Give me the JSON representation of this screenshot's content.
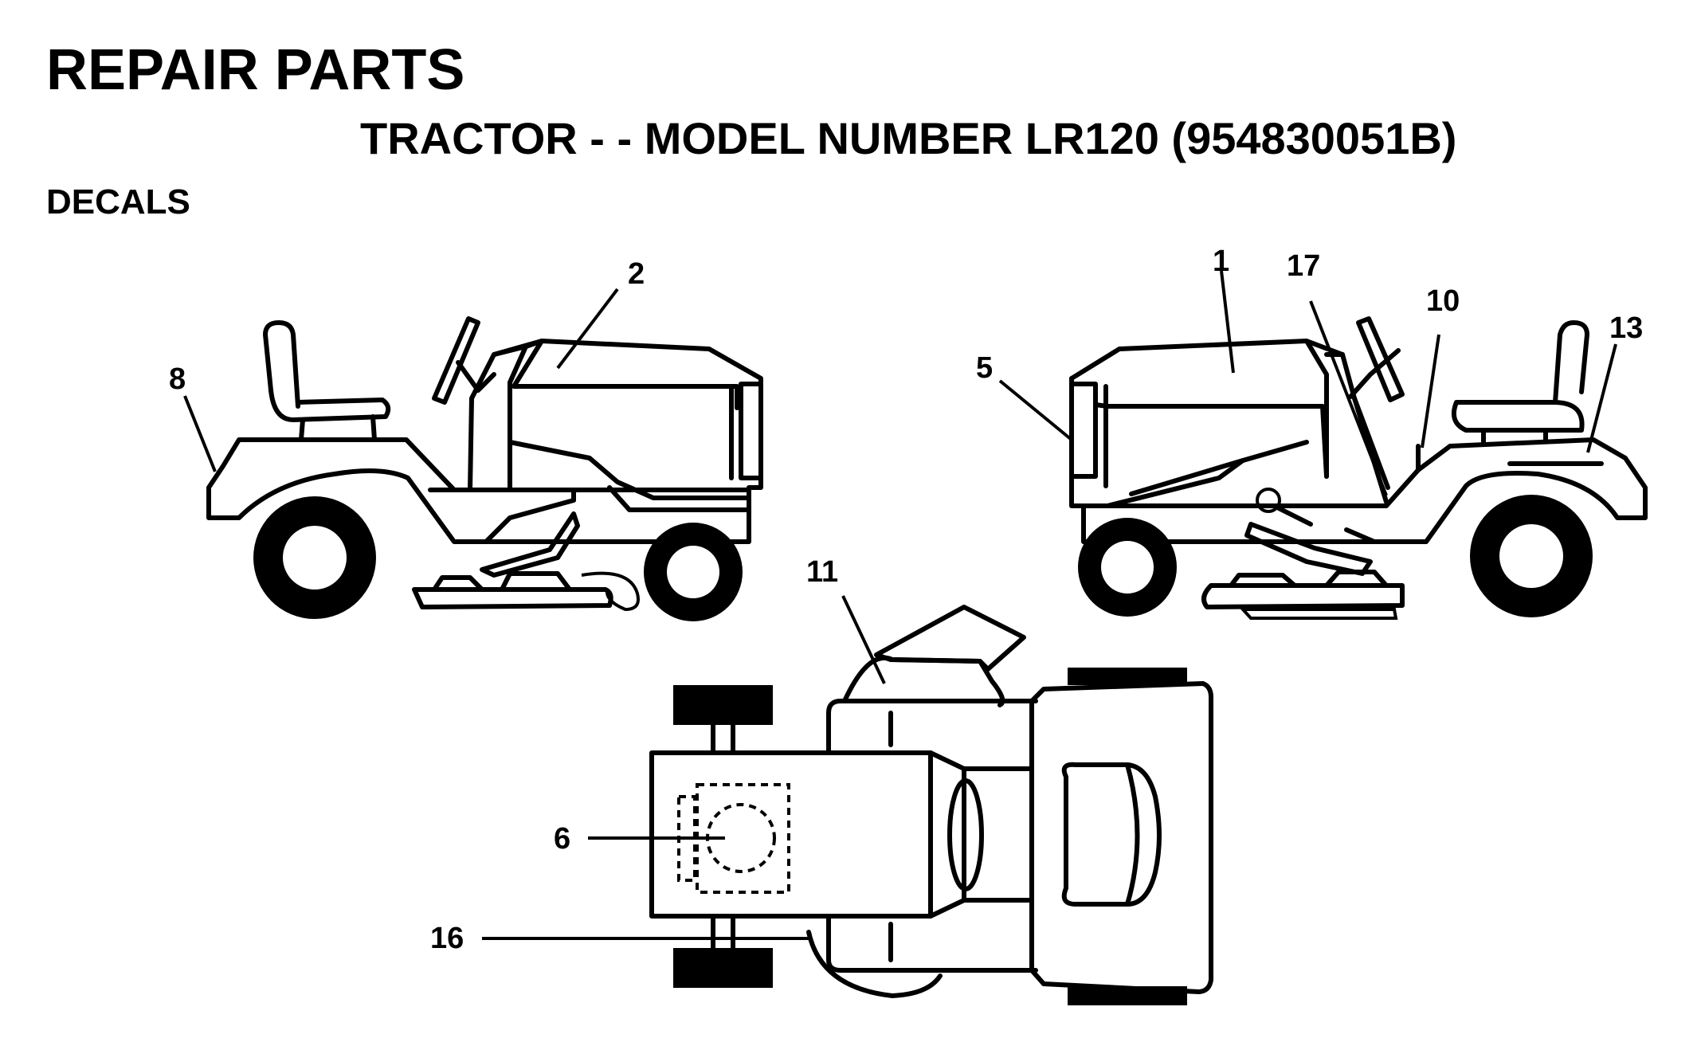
{
  "header": {
    "title": "REPAIR PARTS",
    "subtitle": "TRACTOR - - MODEL NUMBER LR120 (954830051B)",
    "section": "DECALS"
  },
  "callouts": [
    "8",
    "2",
    "1",
    "17",
    "5",
    "10",
    "13",
    "11",
    "6",
    "16"
  ]
}
